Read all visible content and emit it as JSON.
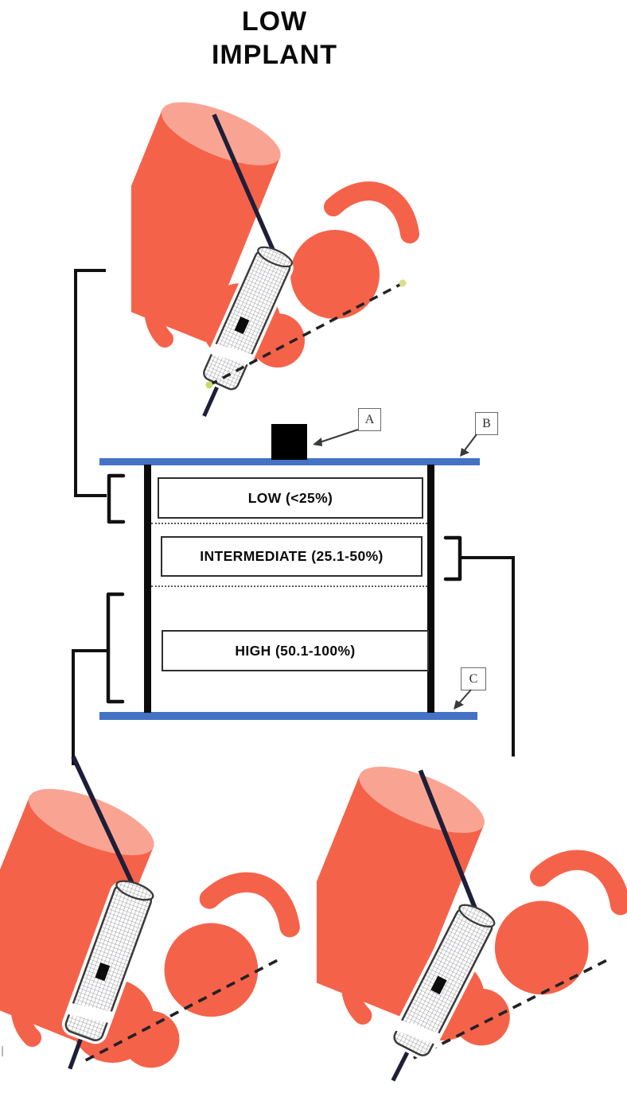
{
  "figure": {
    "title": {
      "line1": "LOW",
      "line2": "IMPLANT"
    },
    "scale": {
      "zones": [
        {
          "id": "low",
          "label": "LOW (<25%)"
        },
        {
          "id": "intermediate",
          "label": "INTERMEDIATE (25.1-50%)"
        },
        {
          "id": "high",
          "label": "HIGH (50.1-100%)"
        }
      ],
      "callouts": [
        {
          "id": "a",
          "label": "A"
        },
        {
          "id": "b",
          "label": "B"
        },
        {
          "id": "c",
          "label": "C"
        }
      ]
    },
    "colors": {
      "reference_line_blue": "#4472C4",
      "anatomy_coral": "#F5624A",
      "anatomy_coral_light": "#F9A493",
      "ink_black": "#000000",
      "implant_hatch_gray": "#9A9AA0",
      "dashed_endpoint_green": "#C8DA6F"
    }
  }
}
